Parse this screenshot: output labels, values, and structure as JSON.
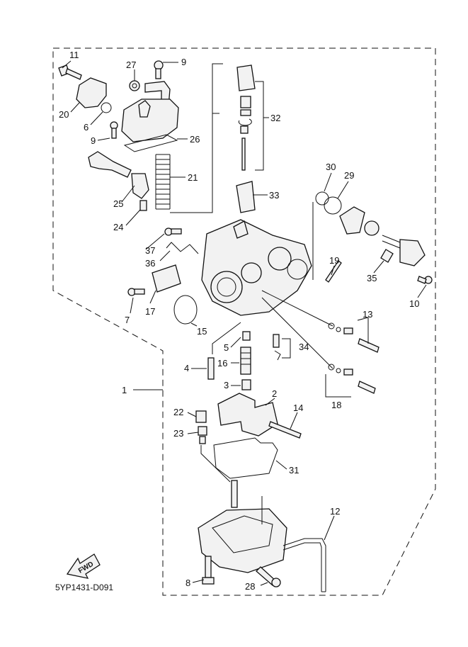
{
  "diagram": {
    "code": "5YP1431-D091",
    "fwd_label": "FWD",
    "labels": [
      "11",
      "27",
      "9",
      "20",
      "6",
      "9",
      "26",
      "21",
      "25",
      "24",
      "32",
      "33",
      "30",
      "29",
      "19",
      "35",
      "10",
      "37",
      "36",
      "7",
      "17",
      "15",
      "13",
      "34",
      "5",
      "4",
      "16",
      "3",
      "1",
      "2",
      "14",
      "22",
      "23",
      "18",
      "31",
      "12",
      "8",
      "28"
    ]
  }
}
